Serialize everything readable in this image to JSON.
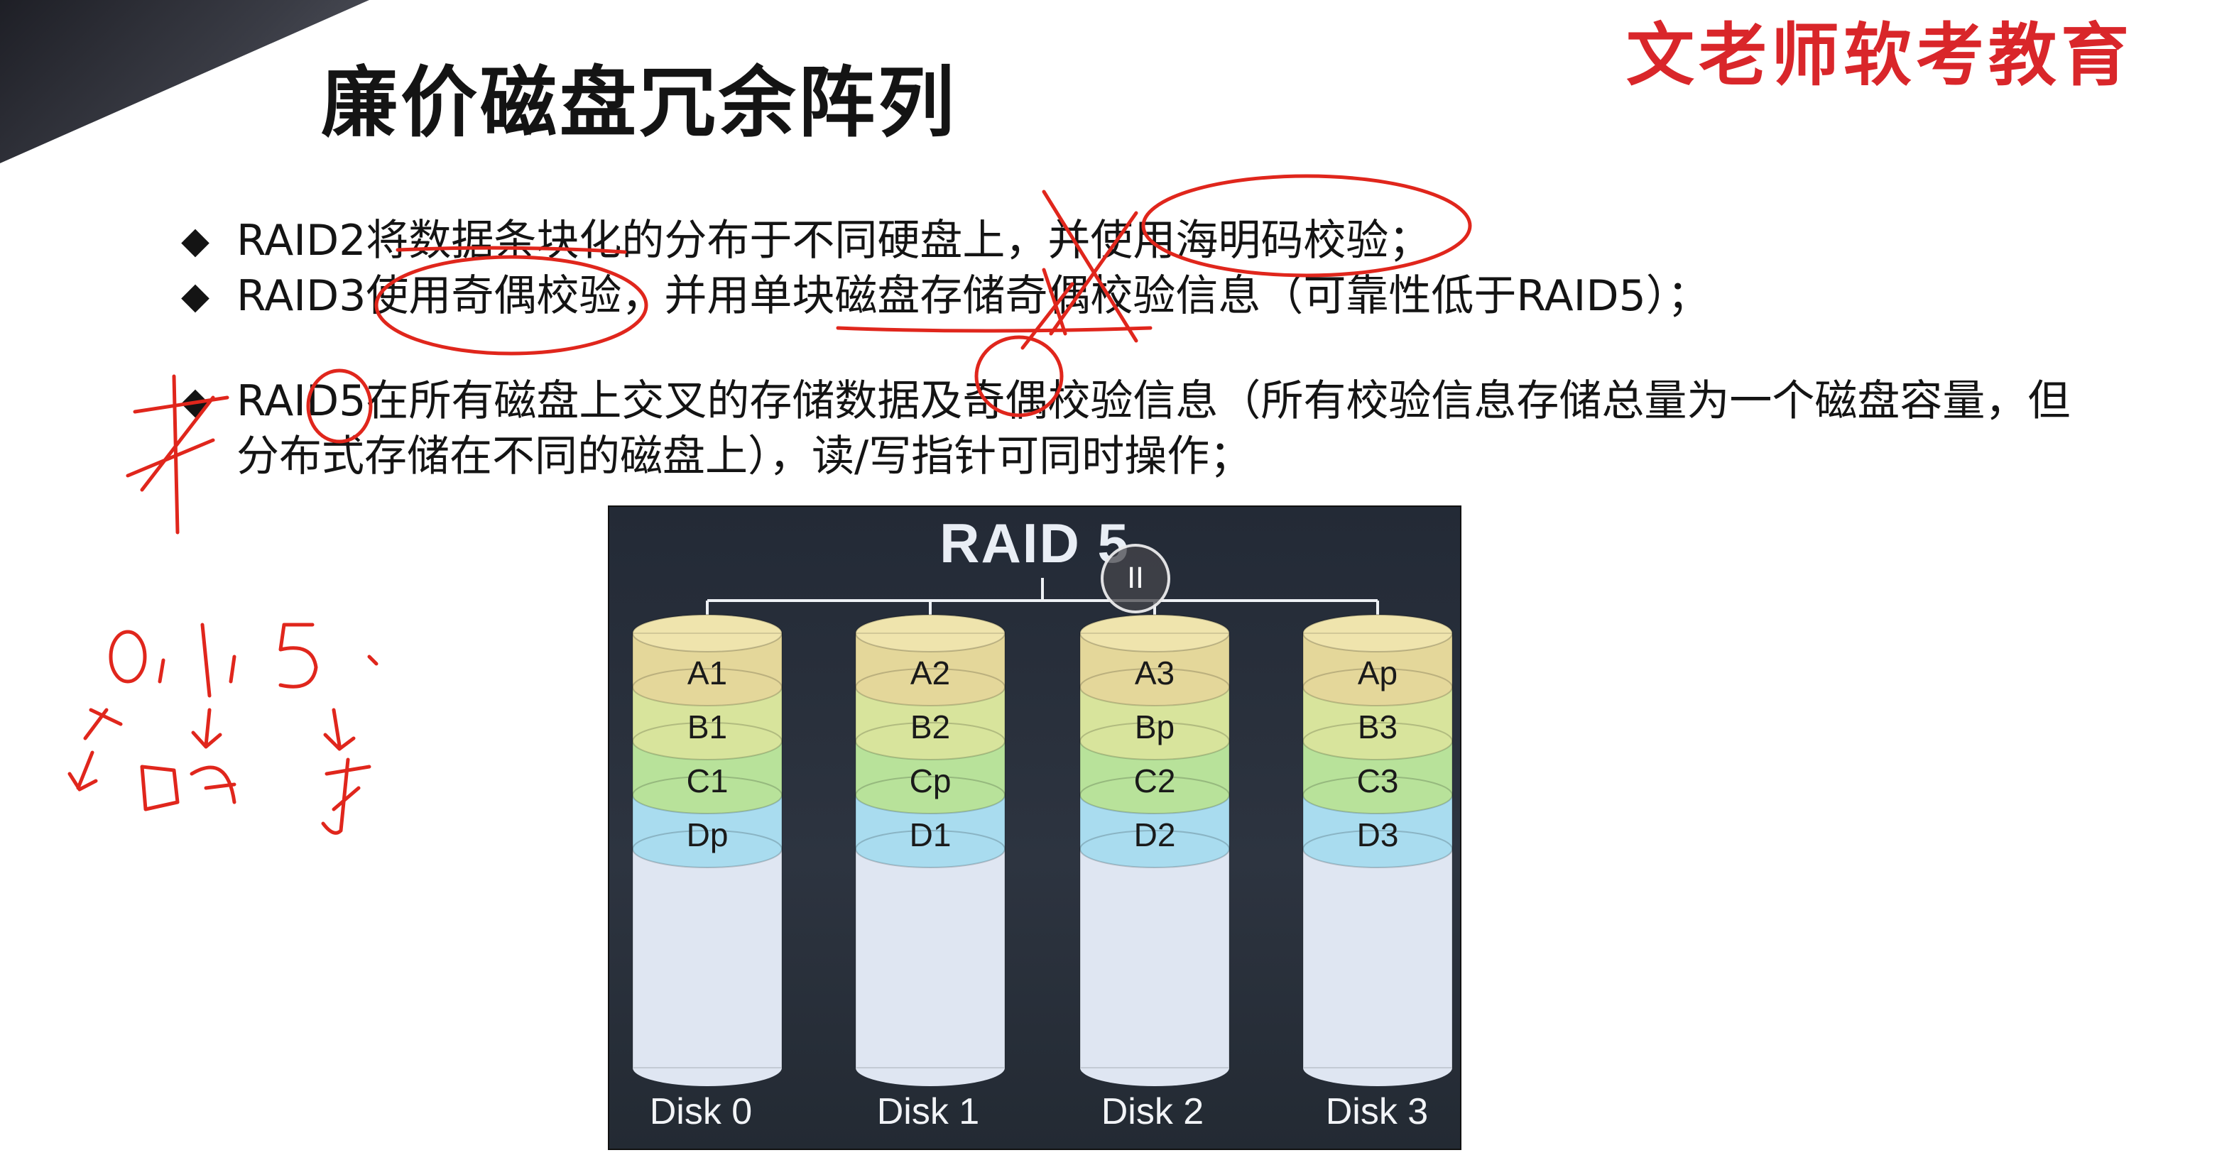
{
  "title": "廉价磁盘冗余阵列",
  "brand": "文老师软考教育",
  "bullets": [
    "RAID2将数据条块化的分布于不同硬盘上，并使用海明码校验；",
    "RAID3使用奇偶校验，并用单块磁盘存储奇偶校验信息（可靠性低于RAID5）；",
    "RAID5在所有磁盘上交叉的存储数据及奇偶校验信息（所有校验信息存储总量为一个磁盘容量，但分布式存储在不同的磁盘上），读/写指针可同时操作；"
  ],
  "bullet_marker": "◆",
  "figure": {
    "title": "RAID 5",
    "disks": [
      {
        "label": "Disk 0",
        "blocks": [
          "A1",
          "B1",
          "C1",
          "Dp"
        ]
      },
      {
        "label": "Disk 1",
        "blocks": [
          "A2",
          "B2",
          "Cp",
          "D1"
        ]
      },
      {
        "label": "Disk 2",
        "blocks": [
          "A3",
          "Bp",
          "C2",
          "D2"
        ]
      },
      {
        "label": "Disk 3",
        "blocks": [
          "Ap",
          "B3",
          "C3",
          "D3"
        ]
      }
    ],
    "row_colors": [
      "#e4d79a",
      "#d8e49c",
      "#b8e29a",
      "#a9dcef"
    ],
    "empty_color": "#dfe6f2"
  },
  "pause_glyph": "II",
  "handwriting": "0, 1, 5"
}
